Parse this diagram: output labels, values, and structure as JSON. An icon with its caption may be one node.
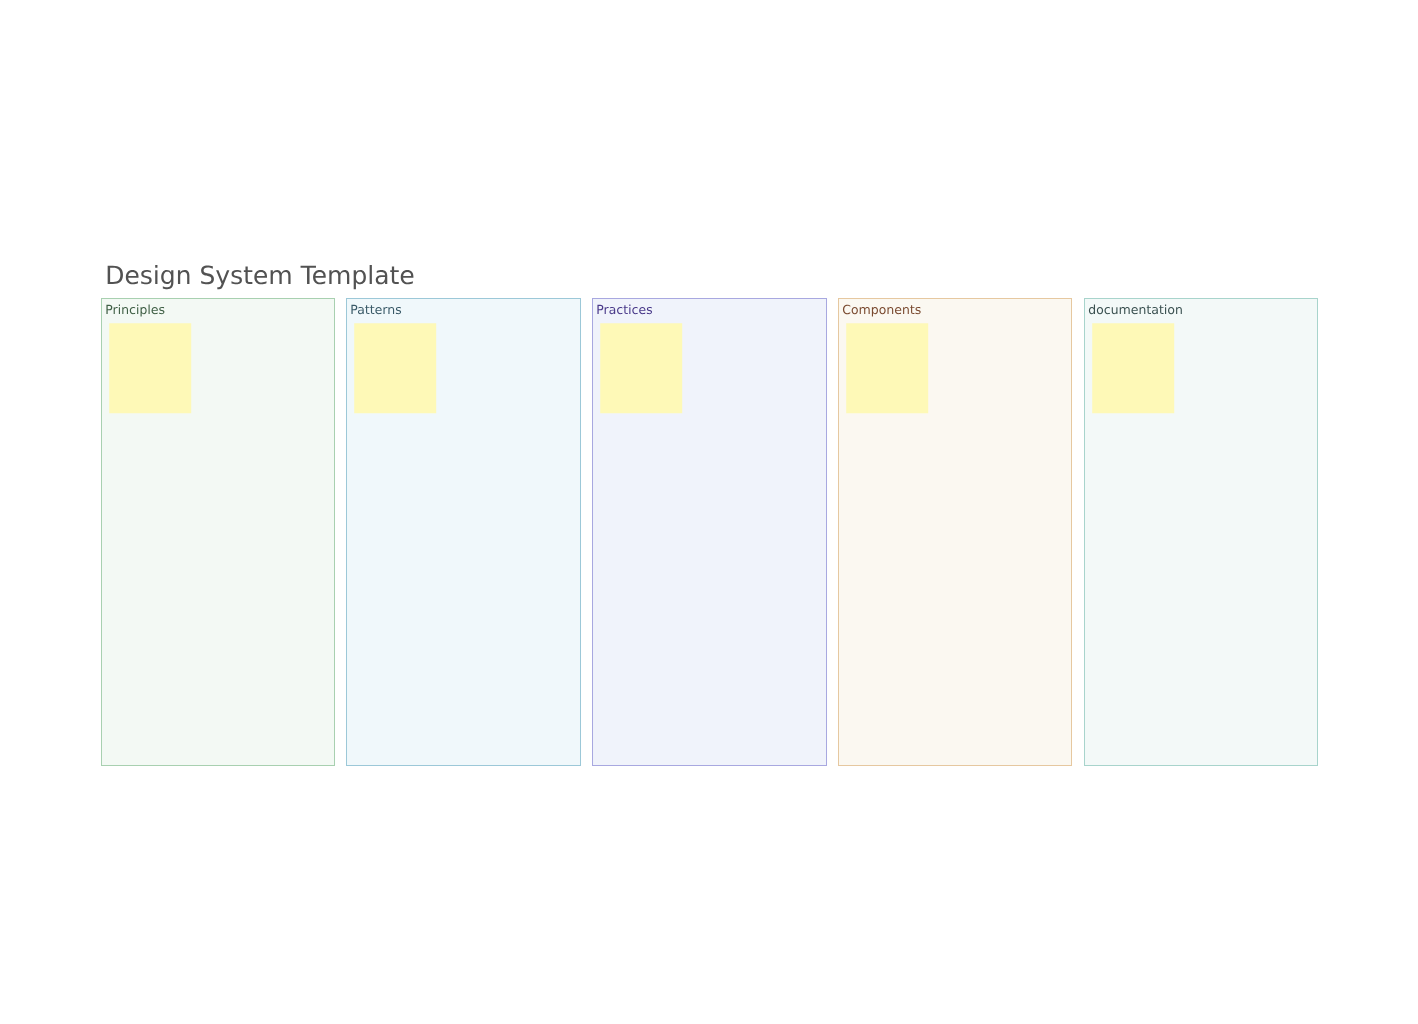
{
  "diagram": {
    "title": "Design System Template",
    "nodes": [
      {
        "text": [
          "Principles"
        ]
      },
      {
        "text": [],
        "shape": "box",
        "in": 0
      },
      {
        "text": [
          "Patterns"
        ]
      },
      {
        "text": [],
        "shape": "box",
        "in": 2
      },
      {
        "text": [
          "Practices"
        ]
      },
      {
        "text": [],
        "shape": "box",
        "in": 4
      },
      {
        "text": [
          "Components"
        ]
      },
      {
        "text": [],
        "shape": "box",
        "in": 6
      },
      {
        "text": [
          "documentation"
        ]
      },
      {
        "text": [],
        "shape": "box",
        "in": 8
      }
    ]
  }
}
